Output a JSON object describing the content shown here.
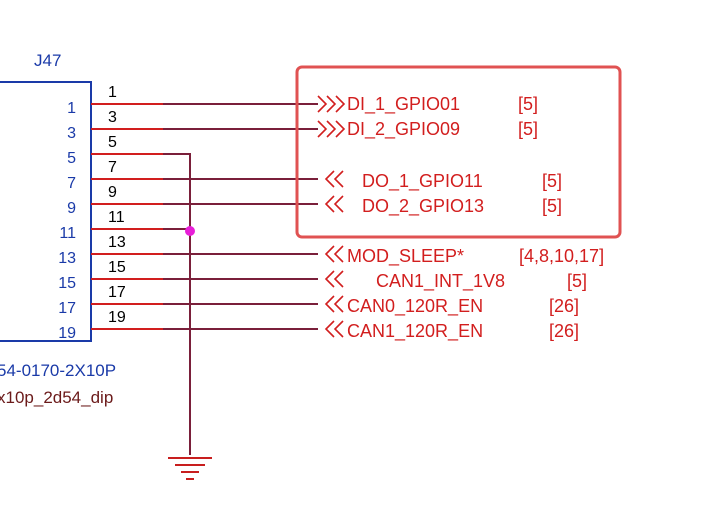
{
  "connector": {
    "refdes": "J47",
    "part_number": "54-0170-2X10P",
    "footprint": "x10p_2d54_dip",
    "pin_numbers": [
      "1",
      "3",
      "5",
      "7",
      "9",
      "11",
      "13",
      "15",
      "17",
      "19"
    ]
  },
  "nets": [
    {
      "name": "DI_1_GPIO01",
      "ref": "[5]",
      "direction": "in"
    },
    {
      "name": "DI_2_GPIO09",
      "ref": "[5]",
      "direction": "in"
    },
    {
      "name": "DO_1_GPIO11",
      "ref": "[5]",
      "direction": "out"
    },
    {
      "name": "DO_2_GPIO13",
      "ref": "[5]",
      "direction": "out"
    },
    {
      "name": "MOD_SLEEP*",
      "ref": "[4,8,10,17]",
      "direction": "out"
    },
    {
      "name": "CAN1_INT_1V8",
      "ref": "[5]",
      "direction": "out"
    },
    {
      "name": "CAN0_120R_EN",
      "ref": "[26]",
      "direction": "out"
    },
    {
      "name": "CAN1_120R_EN",
      "ref": "[26]",
      "direction": "out"
    }
  ],
  "colors": {
    "pin_number": "#1a3aa8",
    "wire": "#7a1f3a",
    "pin_stub": "#d21e1e",
    "net_label": "#d21e1e",
    "highlight_box": "#e05252",
    "junction": "#e81ed8",
    "ground": "#c81e1e"
  }
}
